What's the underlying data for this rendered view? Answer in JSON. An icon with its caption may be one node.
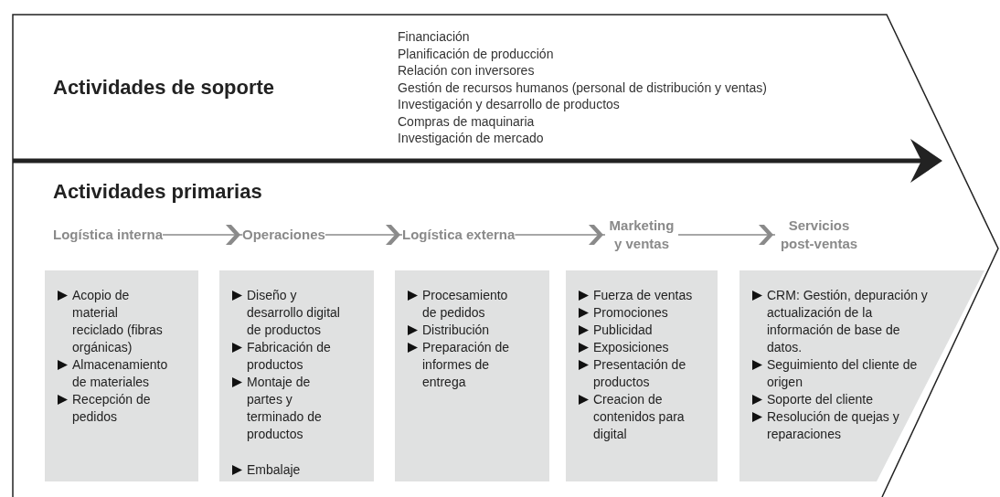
{
  "diagram": {
    "nodes": [
      {
        "text": [
          "Actividades de soporte",
          "Financiación",
          "Planificación de producción",
          "Relación con inversores",
          "Gestión de recursos humanos (personal de distribución y ventas)",
          "Investigación y desarrollo de productos",
          "Compras de maquinaria",
          "Investigación de mercado"
        ]
      },
      {
        "text": [
          "Actividades primarias"
        ]
      },
      {
        "text": [
          "Logística interna"
        ],
        "in": 1
      },
      {
        "text": [
          "Operaciones"
        ],
        "in": 1
      },
      {
        "text": [
          "Logística externa"
        ],
        "in": 1
      },
      {
        "text": [
          "Marketing y ventas"
        ],
        "in": 1
      },
      {
        "text": [
          "Servicios post-ventas"
        ],
        "in": 1
      },
      {
        "text": [
          "Acopio de material reciclado (fibras orgánicas)",
          "Almacenamiento de materiales",
          "Recepción de pedidos"
        ],
        "in": 1
      },
      {
        "text": [
          "Diseño y desarrollo digital de productos",
          "Fabricación de productos",
          "Montaje de partes y terminado de productos",
          "Embalaje"
        ],
        "in": 1
      },
      {
        "text": [
          "Procesamiento de pedidos",
          "Distribución",
          "Preparación de informes de entrega"
        ],
        "in": 1
      },
      {
        "text": [
          "Fuerza de ventas",
          "Promociones",
          "Publicidad",
          "Exposiciones",
          "Presentación de productos",
          "Creacion de contenidos para digital"
        ],
        "in": 1
      },
      {
        "text": [
          "CRM: Gestión, depuración y actualización de la información de base de datos.",
          "Seguimiento del cliente de origen",
          "Soporte del cliente",
          "Resolución de quejas y reparaciones"
        ],
        "in": 1
      }
    ],
    "edges": [
      {
        "from": 2,
        "to": 3,
        "arrow": "to"
      },
      {
        "from": 3,
        "to": 4,
        "arrow": "to"
      },
      {
        "from": 4,
        "to": 5,
        "arrow": "to"
      },
      {
        "from": 5,
        "to": 6,
        "arrow": "to"
      }
    ]
  }
}
